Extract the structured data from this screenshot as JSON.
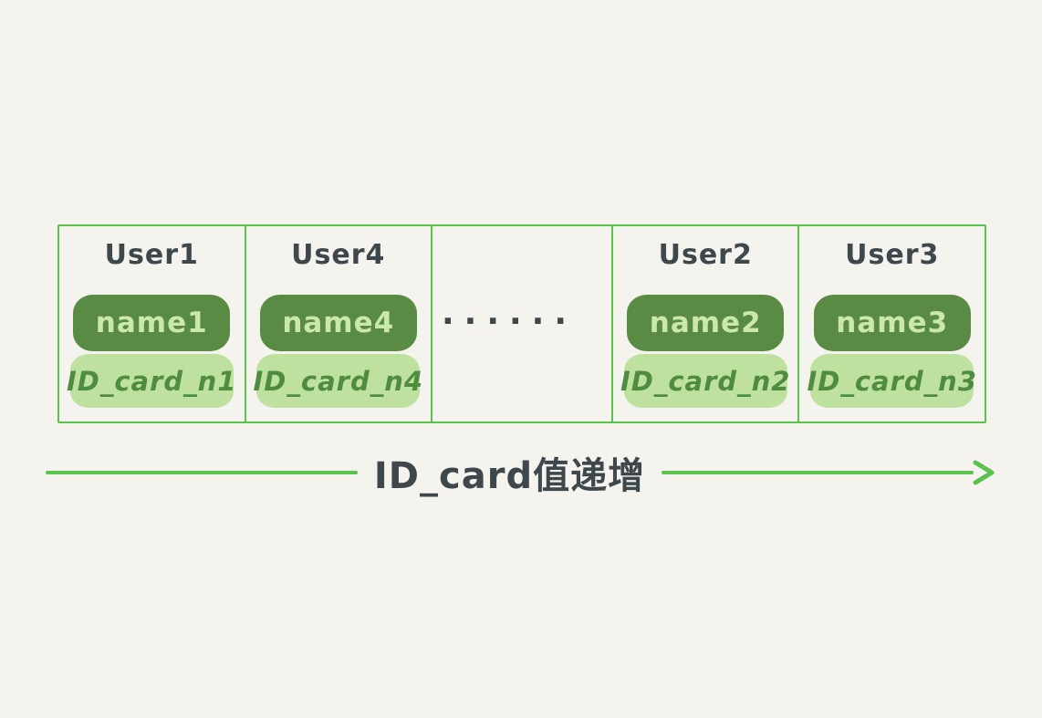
{
  "diagram": {
    "cells": [
      {
        "type": "record",
        "user": "User1",
        "name": "name1",
        "id_card": "ID_card_n1"
      },
      {
        "type": "record",
        "user": "User4",
        "name": "name4",
        "id_card": "ID_card_n4"
      },
      {
        "type": "ellipsis",
        "dots": "......"
      },
      {
        "type": "record",
        "user": "User2",
        "name": "name2",
        "id_card": "ID_card_n2"
      },
      {
        "type": "record",
        "user": "User3",
        "name": "name3",
        "id_card": "ID_card_n3"
      }
    ],
    "arrow_label": "ID_card值递增"
  },
  "colors": {
    "background": "#f4f3ed",
    "border_green": "#5cc24e",
    "dark_pill": "#5a8b44",
    "dark_pill_text": "#cbe8ac",
    "light_pill": "#bfe1a0",
    "light_pill_text": "#4f8c3f",
    "text_dark": "#3d474c"
  }
}
